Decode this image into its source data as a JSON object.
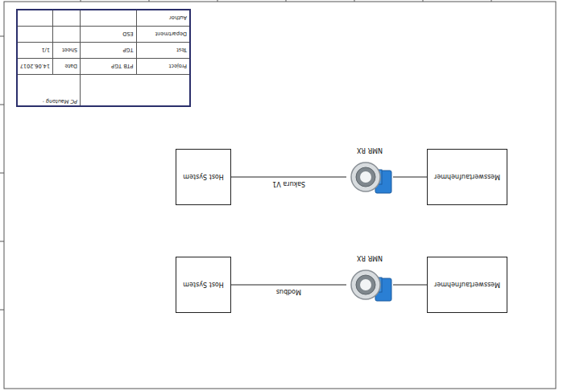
{
  "diagram": {
    "nodes": [
      {
        "text": [
          "Messwertaufnehmer"
        ]
      },
      {
        "text": [
          "NMR RX"
        ]
      },
      {
        "text": [
          "Host System"
        ]
      },
      {
        "text": [
          "Messwertaufnehmer"
        ]
      },
      {
        "text": [
          "NMR RX"
        ]
      },
      {
        "text": [
          "Host System"
        ]
      }
    ],
    "edges": [
      {
        "from": 0,
        "to": 1,
        "arrow": "none"
      },
      {
        "from": 1,
        "to": 2,
        "arrow": "none",
        "label": "Modbus"
      },
      {
        "from": 3,
        "to": 4,
        "arrow": "none"
      },
      {
        "from": 4,
        "to": 5,
        "arrow": "none",
        "label": "Sakura V1"
      }
    ],
    "labels": [
      "PC Mautong ·",
      "Project",
      "PTB TGP",
      "Date",
      "14.06.2017",
      "Test",
      "TGP",
      "Sheet",
      "1/1",
      "Department",
      "ESD",
      "Author"
    ]
  }
}
